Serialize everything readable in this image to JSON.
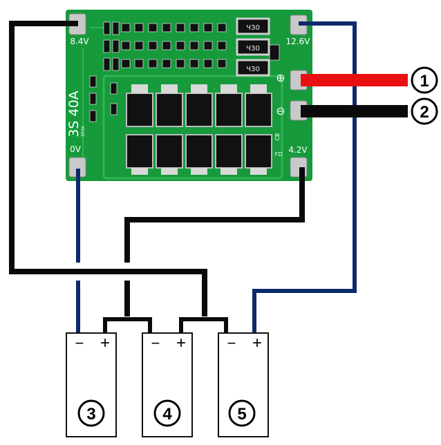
{
  "board": {
    "model": "3S 40A",
    "pads": {
      "b_minus": "0V",
      "b1": "4.2V",
      "b2": "8.4V",
      "b_plus": "12.6V",
      "p_plus": "⊕",
      "p_minus": "⊖"
    },
    "resistor_marking": "ЧЗ0",
    "small_labels": {
      "cb": "CB",
      "fd": "FD",
      "sp": "SP2K"
    }
  },
  "callouts": {
    "one": "1",
    "two": "2",
    "three": "3",
    "four": "4",
    "five": "5"
  },
  "cells": {
    "minus": "−",
    "plus": "+"
  },
  "colors": {
    "pcb": "#169a3c",
    "pcb_dark": "#0e7a2c",
    "wire_black": "#0a0a0a",
    "wire_blue": "#0b2a6b",
    "wire_red": "#e81010",
    "pad": "#c9c9c9"
  }
}
